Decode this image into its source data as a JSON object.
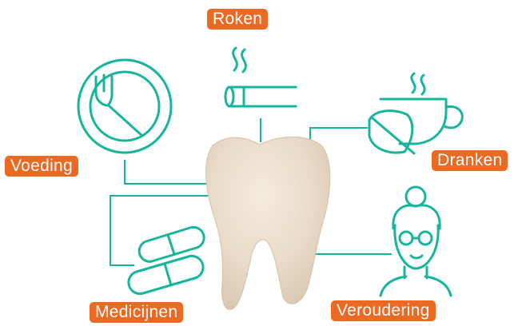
{
  "labels": {
    "roken": "Roken",
    "voeding": "Voeding",
    "dranken": "Dranken",
    "medicijnen": "Medicijnen",
    "veroudering": "Veroudering"
  },
  "icons": {
    "roken": "cigarette-icon",
    "voeding": "plate-fork-icon",
    "dranken": "tea-cup-leaf-icon",
    "medicijnen": "capsules-icon",
    "veroudering": "elderly-woman-icon",
    "center": "tooth"
  },
  "colors": {
    "icon_stroke": "#17b59b",
    "label_background": "#ea6a24",
    "label_text": "#ffffff",
    "tooth": "#e9dccb"
  }
}
